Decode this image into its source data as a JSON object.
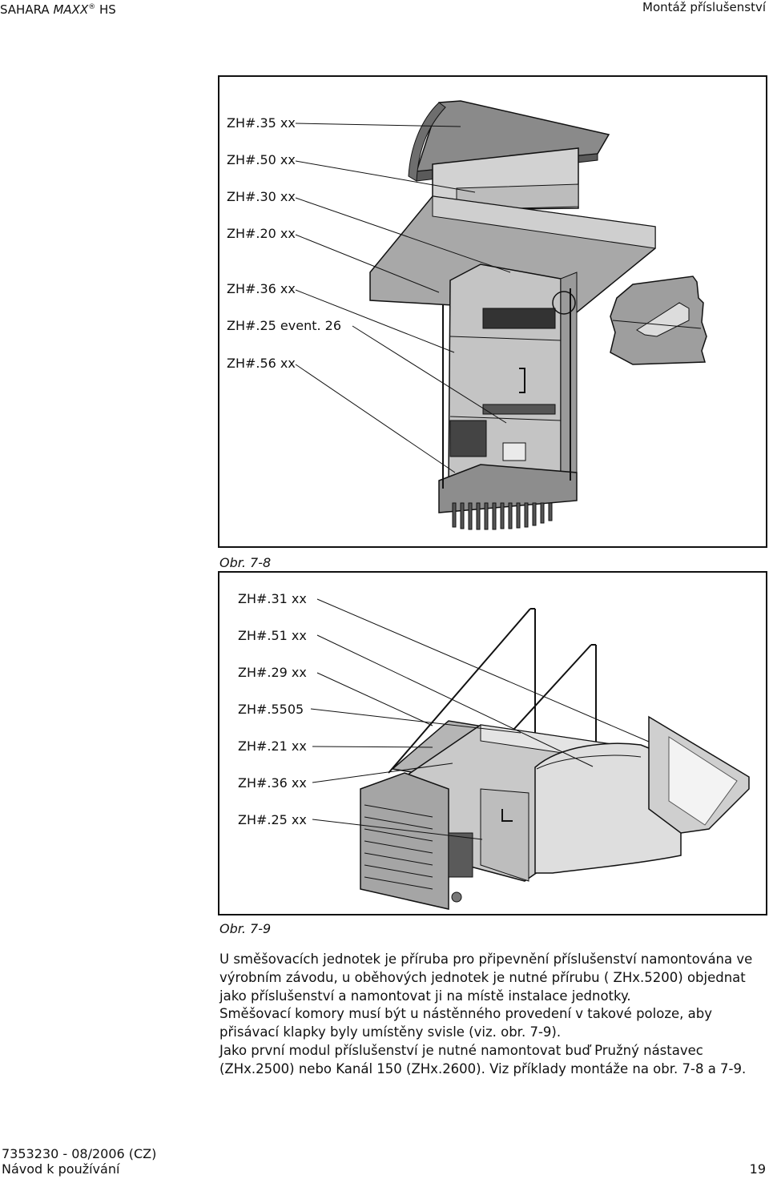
{
  "header": {
    "brand": "SAHARA",
    "model": "MAXX",
    "variant": "HS",
    "section": "Montáž příslušenství"
  },
  "figure_7_8": {
    "labels": [
      "ZH#.35 xx",
      "ZH#.50 xx",
      "ZH#.30 xx",
      "ZH#.20 xx",
      "ZH#.36 xx",
      "ZH#.25 event. 26",
      "ZH#.56 xx"
    ],
    "caption": "Obr. 7-8"
  },
  "figure_7_9": {
    "labels": [
      "ZH#.31 xx",
      "ZH#.51 xx",
      "ZH#.29 xx",
      "ZH#.5505",
      "ZH#.21 xx",
      "ZH#.36 xx",
      "ZH#.25 xx"
    ],
    "caption": "Obr. 7-9"
  },
  "body": {
    "paragraphs": [
      "U směšovacích jednotek je příruba pro připevnění příslušenství namontována ve výrobním závodu, u oběhových jednotek je nutné přírubu ( ZHx.5200) objednat jako příslušenství a namontovat ji na místě instalace jednotky.",
      "Směšovací komory musí být u nástěnného provedení v takové poloze, aby přisávací klapky byly umístěny svisle (viz. obr. 7-9).",
      "Jako první modul příslušenství je nutné namontovat buď Pružný nástavec (ZHx.2500) nebo Kanál 150 (ZHx.2600). Viz příklady montáže na obr. 7-8 a 7-9."
    ]
  },
  "footer": {
    "doc_number": "7353230 - 08/2006 (CZ)",
    "manual_label": "Návod k používání",
    "page_number": "19"
  }
}
